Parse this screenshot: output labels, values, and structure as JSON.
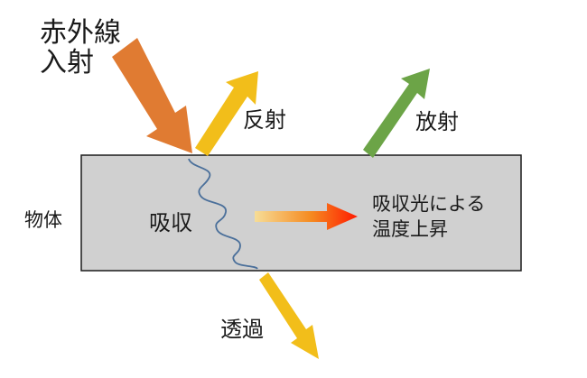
{
  "labels": {
    "incident_line1": "赤外線",
    "incident_line2": "入射",
    "reflection": "反射",
    "emission": "放射",
    "object": "物体",
    "absorption": "吸収",
    "result_line1": "吸収光による",
    "result_line2": "温度上昇",
    "transmission": "透過"
  },
  "colors": {
    "incident_arrow": "#e07b32",
    "reflection_arrow": "#f2be1a",
    "emission_arrow": "#6ca447",
    "transmission_arrow": "#f2be1a",
    "object_fill": "#d0d0d0",
    "absorbed_wave": "#4a6f9a",
    "heat_gradient_start": "#f4d27a",
    "heat_gradient_end": "#ff1a00"
  }
}
